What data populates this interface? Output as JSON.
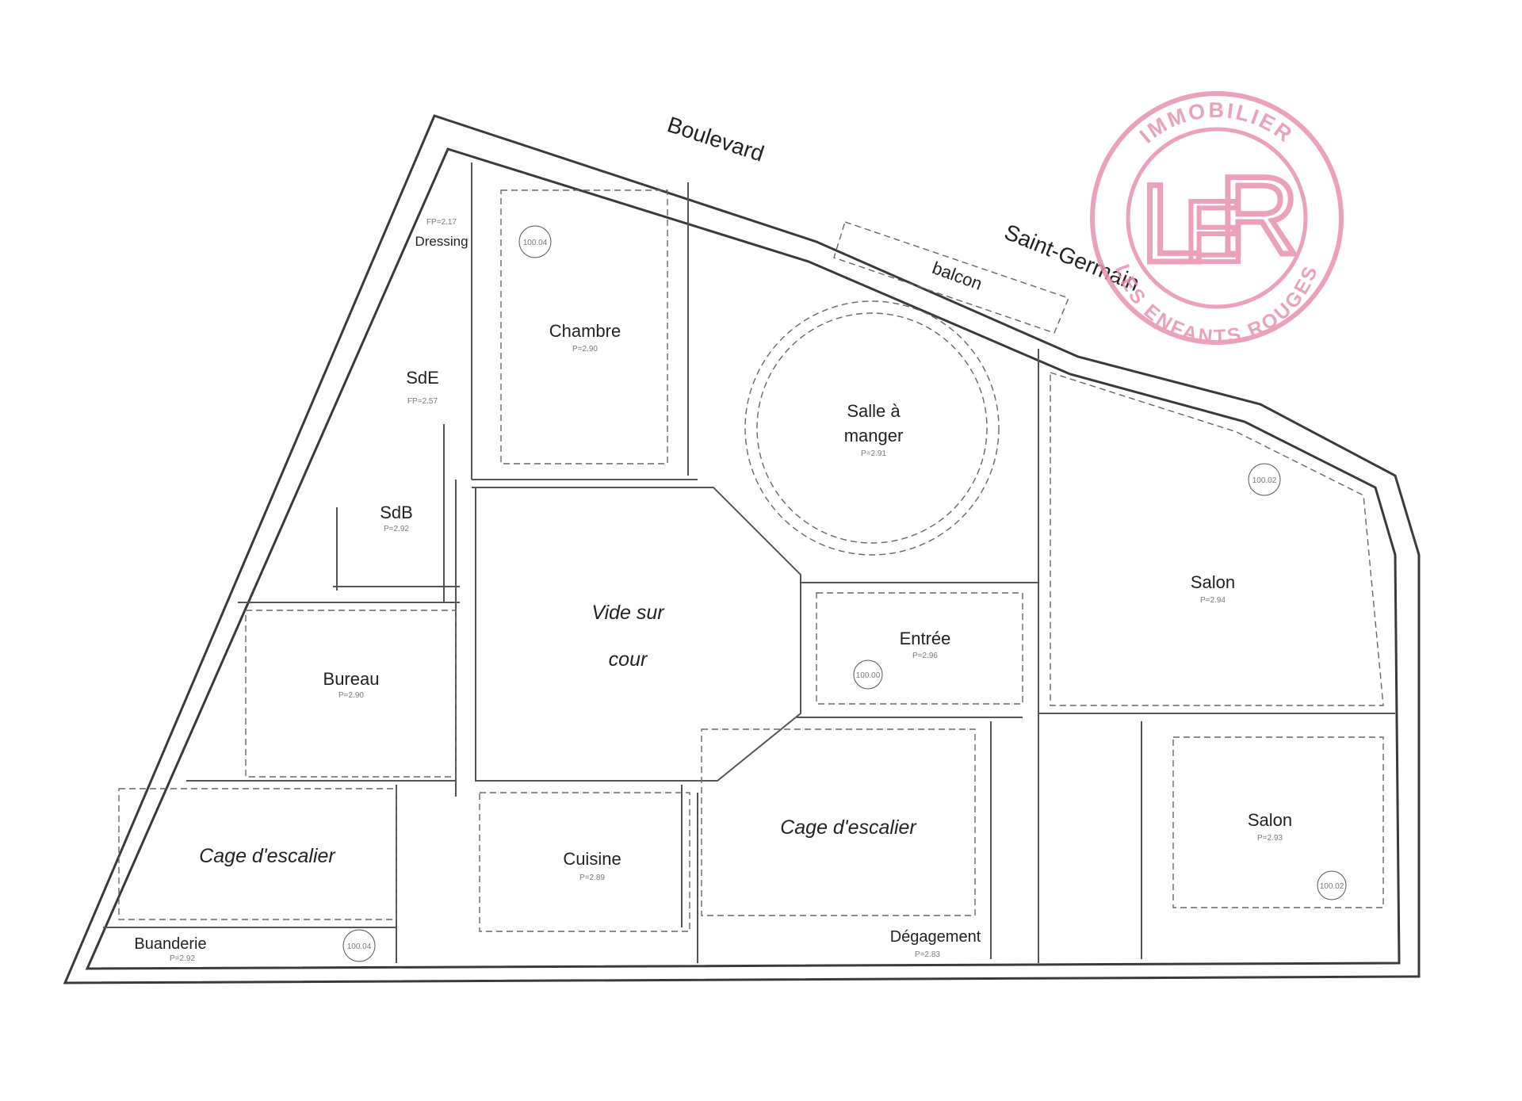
{
  "streets": {
    "boulevard": "Boulevard",
    "saint_germain": "Saint-Germain"
  },
  "balcony": "balcon",
  "rooms": {
    "chambre": "Chambre",
    "dressing": "Dressing",
    "sde": "SdE",
    "sdb": "SdB",
    "salle_a_manger_1": "Salle à",
    "salle_a_manger_2": "manger",
    "vide_sur_cour_1": "Vide sur",
    "vide_sur_cour_2": "cour",
    "entree": "Entrée",
    "salon_1": "Salon",
    "salon_2": "Salon",
    "bureau": "Bureau",
    "cage_escalier_1": "Cage d'escalier",
    "cage_escalier_2": "Cage d'escalier",
    "cuisine": "Cuisine",
    "buanderie": "Buanderie",
    "degagement": "Dégagement"
  },
  "room_heights": {
    "chambre": "P=2.90",
    "dressing": "FP=2.17",
    "sde": "FP=2.57",
    "sdb": "P=2.92",
    "salle_a_manger": "P=2.91",
    "entree": "P=2.96",
    "salon_1": "P=2.94",
    "salon_2": "P=2.93",
    "bureau": "P=2.90",
    "cuisine": "P=2.89",
    "buanderie": "P=2.92",
    "degagement": "P=2.83"
  },
  "markers": {
    "m1": "100.04",
    "m2": "100.02",
    "m3": "100.00",
    "m4": "100.02",
    "m5": "100.04"
  },
  "logo": {
    "top_text": "IMMOBILIER",
    "bottom_text": "LES ENFANTS ROUGES",
    "monogram_l": "L",
    "monogram_e": "E",
    "monogram_r": "R",
    "color": "#e891ab"
  }
}
